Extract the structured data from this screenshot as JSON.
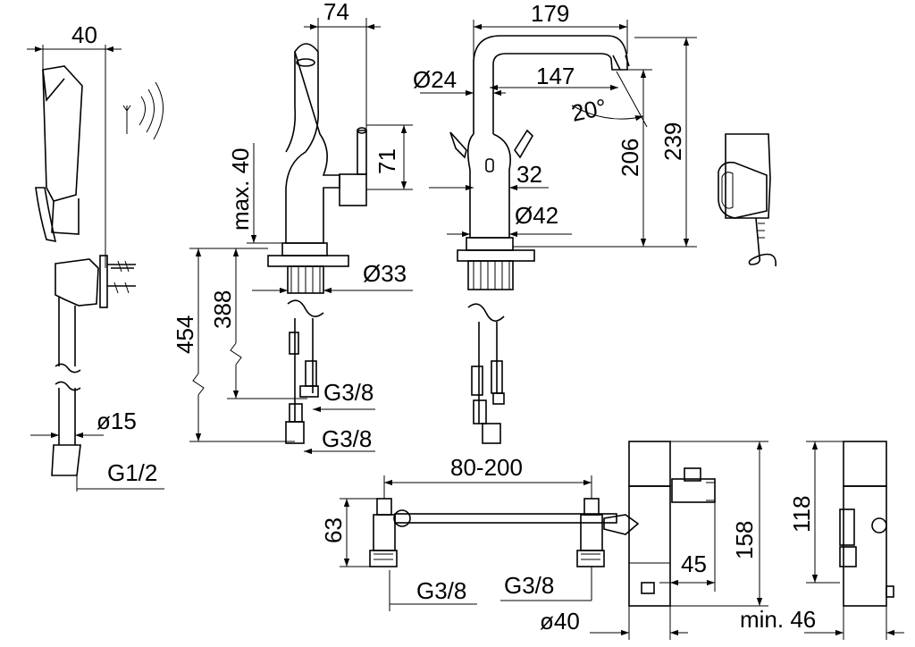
{
  "dimensions": {
    "shower_width": "40",
    "hose_diameter": "ø15",
    "hose_thread": "G1/2",
    "spout_offset": "74",
    "lever_height": "71",
    "max_deck": "max. 40",
    "supply_length_long": "454",
    "supply_length_short": "388",
    "thread_upper": "G3/8",
    "thread_lower": "G3/8",
    "base_diameter": "Ø33",
    "spout_reach_outer": "179",
    "spout_reach_inner": "147",
    "spout_diameter_top": "Ø24",
    "spout_angle": "20°",
    "spout_height_inner": "206",
    "spout_height_outer": "239",
    "sensor_width": "32",
    "body_diameter": "Ø42",
    "mixer_spacing": "80-200",
    "valve_height": "63",
    "valve_thread_left": "G3/8",
    "valve_thread_right": "G3/8",
    "mixer_pipe_diameter": "ø40",
    "box_height": "158",
    "box_offset": "45",
    "box_side_height": "118",
    "box_min_depth": "min. 46"
  }
}
